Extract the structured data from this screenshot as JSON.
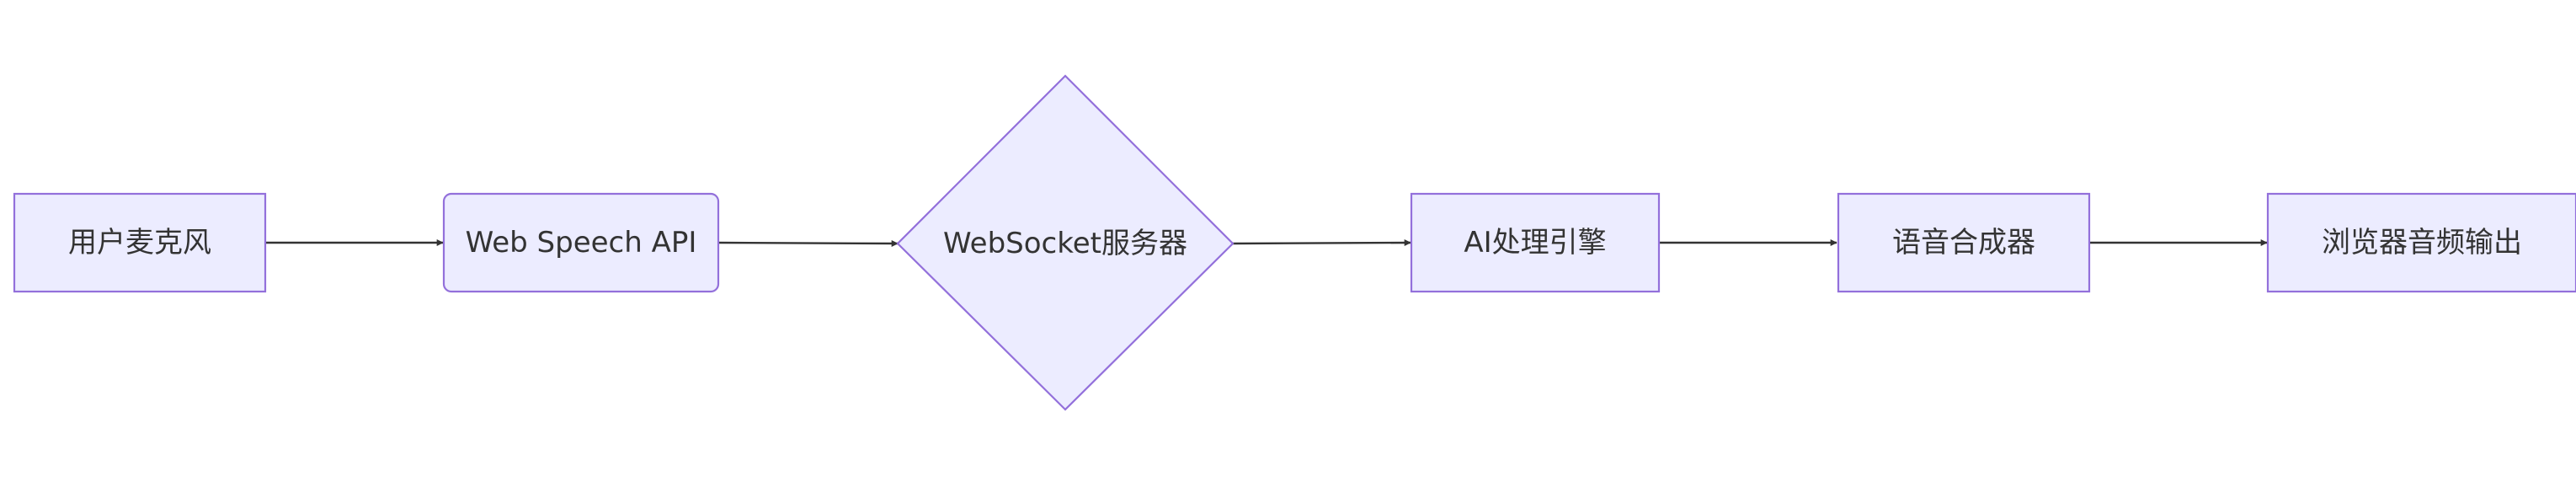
{
  "diagram": {
    "type": "flowchart",
    "direction": "left-to-right",
    "colors": {
      "node_fill": "#ececff",
      "node_stroke": "#9370db",
      "edge": "#333333",
      "text": "#333333"
    },
    "nodes": [
      {
        "id": "mic",
        "label": "用户麦克风",
        "shape": "rectangle"
      },
      {
        "id": "speech",
        "label": "Web Speech API",
        "shape": "rounded-rectangle"
      },
      {
        "id": "ws",
        "label": "WebSocket服务器",
        "shape": "diamond"
      },
      {
        "id": "ai",
        "label": "AI处理引擎",
        "shape": "rectangle"
      },
      {
        "id": "tts",
        "label": "语音合成器",
        "shape": "rectangle"
      },
      {
        "id": "out",
        "label": "浏览器音频输出",
        "shape": "rectangle"
      }
    ],
    "edges": [
      {
        "from": "mic",
        "to": "speech"
      },
      {
        "from": "speech",
        "to": "ws"
      },
      {
        "from": "ws",
        "to": "ai"
      },
      {
        "from": "ai",
        "to": "tts"
      },
      {
        "from": "tts",
        "to": "out"
      }
    ]
  }
}
